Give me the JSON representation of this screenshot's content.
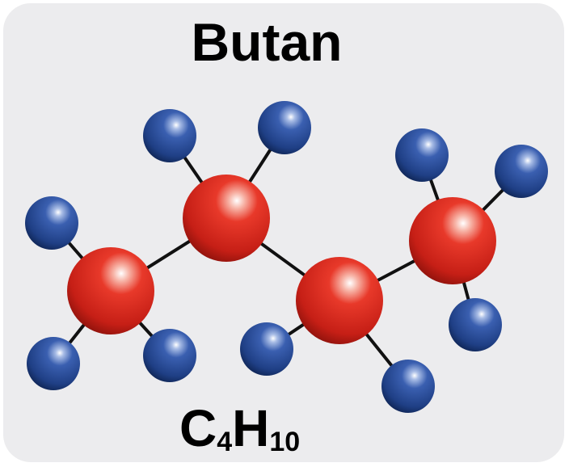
{
  "title": "Butan",
  "formula": {
    "carbon_symbol": "C",
    "carbon_count": "4",
    "hydrogen_symbol": "H",
    "hydrogen_count": "10"
  },
  "colors": {
    "carbon": "#e23427",
    "hydrogen": "#2b4f9c",
    "bond": "#111111",
    "background": "#ececee"
  }
}
